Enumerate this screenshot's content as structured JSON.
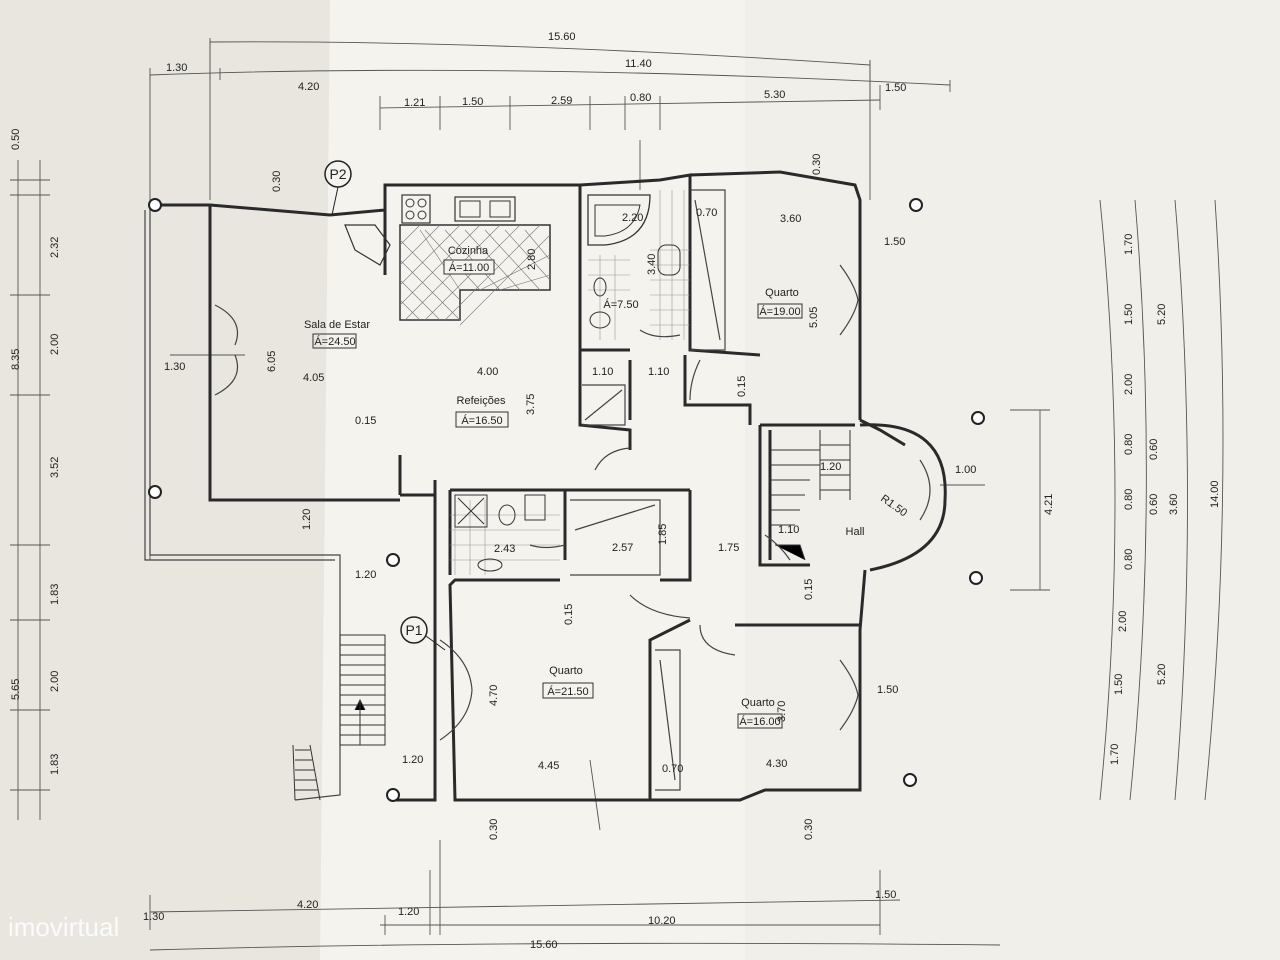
{
  "rooms": {
    "sala_name": "Sala de Estar",
    "sala_area": "Á=24.50",
    "cozinha_name": "Cozinha",
    "cozinha_area": "Á=11.00",
    "refeicoes_name": "Refeições",
    "refeicoes_area": "Á=16.50",
    "wc_area": "Á=7.50",
    "quarto1_name": "Quarto",
    "quarto1_area": "Á=19.00",
    "quarto2_name": "Quarto",
    "quarto2_area": "Á=21.50",
    "quarto3_name": "Quarto",
    "quarto3_area": "Á=16.00",
    "hall_name": "Hall"
  },
  "markers": {
    "p1": "P1",
    "p2": "P2"
  },
  "dims": {
    "top_total": "15.60",
    "top_130": "1.30",
    "top_420": "4.20",
    "top_1140": "11.40",
    "top_121": "1.21",
    "top_150": "1.50",
    "top_259": "2.59",
    "top_080": "0.80",
    "top_530": "5.30",
    "top_150b": "1.50",
    "left_835": "8.35",
    "left_050": "0.50",
    "left_232": "2.32",
    "left_200": "2.00",
    "left_352": "3.52",
    "left_183a": "1.83",
    "left_565": "5.65",
    "left_200b": "2.00",
    "left_183b": "1.83",
    "right_170a": "1.70",
    "right_150a": "1.50",
    "right_200a": "2.00",
    "right_080a": "0.80",
    "right_060a": "0.60",
    "right_080b": "0.80",
    "right_060b": "0.60",
    "right_080c": "0.80",
    "right_200b": "2.00",
    "right_150b": "1.50",
    "right_170b": "1.70",
    "right_520a": "5.20",
    "right_360": "3.60",
    "right_520b": "5.20",
    "right_1400": "14.00",
    "right_421": "4.21",
    "bot_130": "1.30",
    "bot_420": "4.20",
    "bot_120": "1.20",
    "bot_1020": "10.20",
    "bot_150": "1.50",
    "bot_total": "15.60",
    "in_030a": "0.30",
    "in_280": "2.80",
    "in_220": "2.20",
    "in_070a": "0.70",
    "in_360": "3.60",
    "in_030b": "0.30",
    "in_150a": "1.50",
    "in_340": "3.40",
    "in_505": "5.05",
    "in_130": "1.30",
    "in_605": "6.05",
    "in_405": "4.05",
    "in_400": "4.00",
    "in_110a": "1.10",
    "in_110b": "1.10",
    "in_015a": "0.15",
    "in_375": "3.75",
    "in_015b": "0.15",
    "in_120a": "1.20",
    "in_120b": "1.20",
    "in_243": "2.43",
    "in_257": "2.57",
    "in_185": "1.85",
    "in_175": "1.75",
    "in_110c": "1.10",
    "in_120c": "1.20",
    "in_r150": "R1.50",
    "in_100": "1.00",
    "in_015c": "0.15",
    "in_015d": "0.15",
    "in_470": "4.70",
    "in_370": "3.70",
    "in_150b": "1.50",
    "in_120d": "1.20",
    "in_445": "4.45",
    "in_070b": "0.70",
    "in_430": "4.30",
    "in_030c": "0.30",
    "in_030d": "0.30"
  },
  "watermark": "imovirtual"
}
